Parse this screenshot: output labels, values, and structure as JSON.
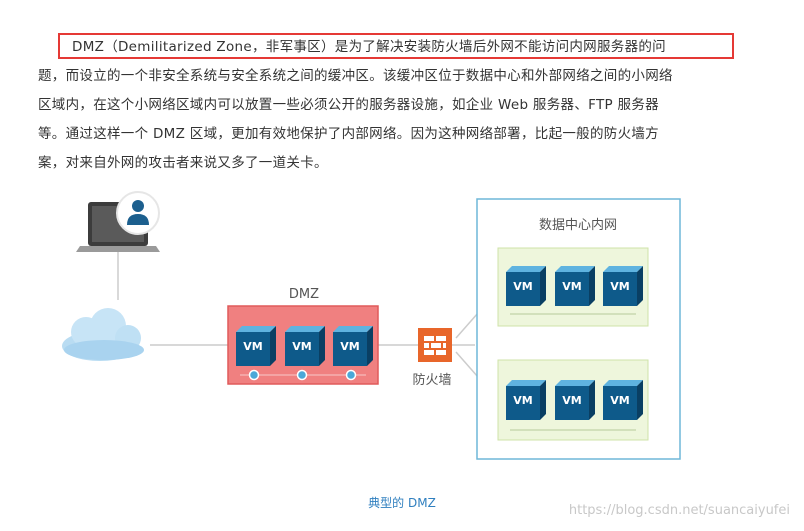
{
  "paragraph": {
    "lines": [
      "DMZ（Demilitarized Zone，非军事区）是为了解决安装防火墙后外网不能访问内网服务器的问",
      "题，而设立的一个非安全系统与安全系统之间的缓冲区。该缓冲区位于数据中心和外部网络之间的小网络",
      "区域内，在这个小网络区域内可以放置一些必须公开的服务器设施，如企业 Web 服务器、FTP 服务器",
      "等。通过这样一个 DMZ 区域，更加有效地保护了内部网络。因为这种网络部署，比起一般的防火墙方",
      "案，对来自外网的攻击者来说又多了一道关卡。"
    ]
  },
  "diagram": {
    "dmz_label": "DMZ",
    "firewall_label": "防火墙",
    "datacenter_label": "数据中心内网",
    "vm_label": "VM",
    "icons": [
      "laptop-icon",
      "user-avatar-icon",
      "cloud-icon",
      "firewall-icon"
    ],
    "colors": {
      "dmz_fill": "#f08080",
      "dmz_border": "#e05a5a",
      "vm_front": "#0e5a8a",
      "vm_top": "#5fb3e0",
      "firewall": "#e8662a",
      "datacenter_border": "#6fb7d8",
      "subnet_fill": "#eef6dc",
      "subnet_border": "#cfe3a8"
    }
  },
  "caption": "典型的 DMZ",
  "watermark": "https://blog.csdn.net/suancaiyufei"
}
